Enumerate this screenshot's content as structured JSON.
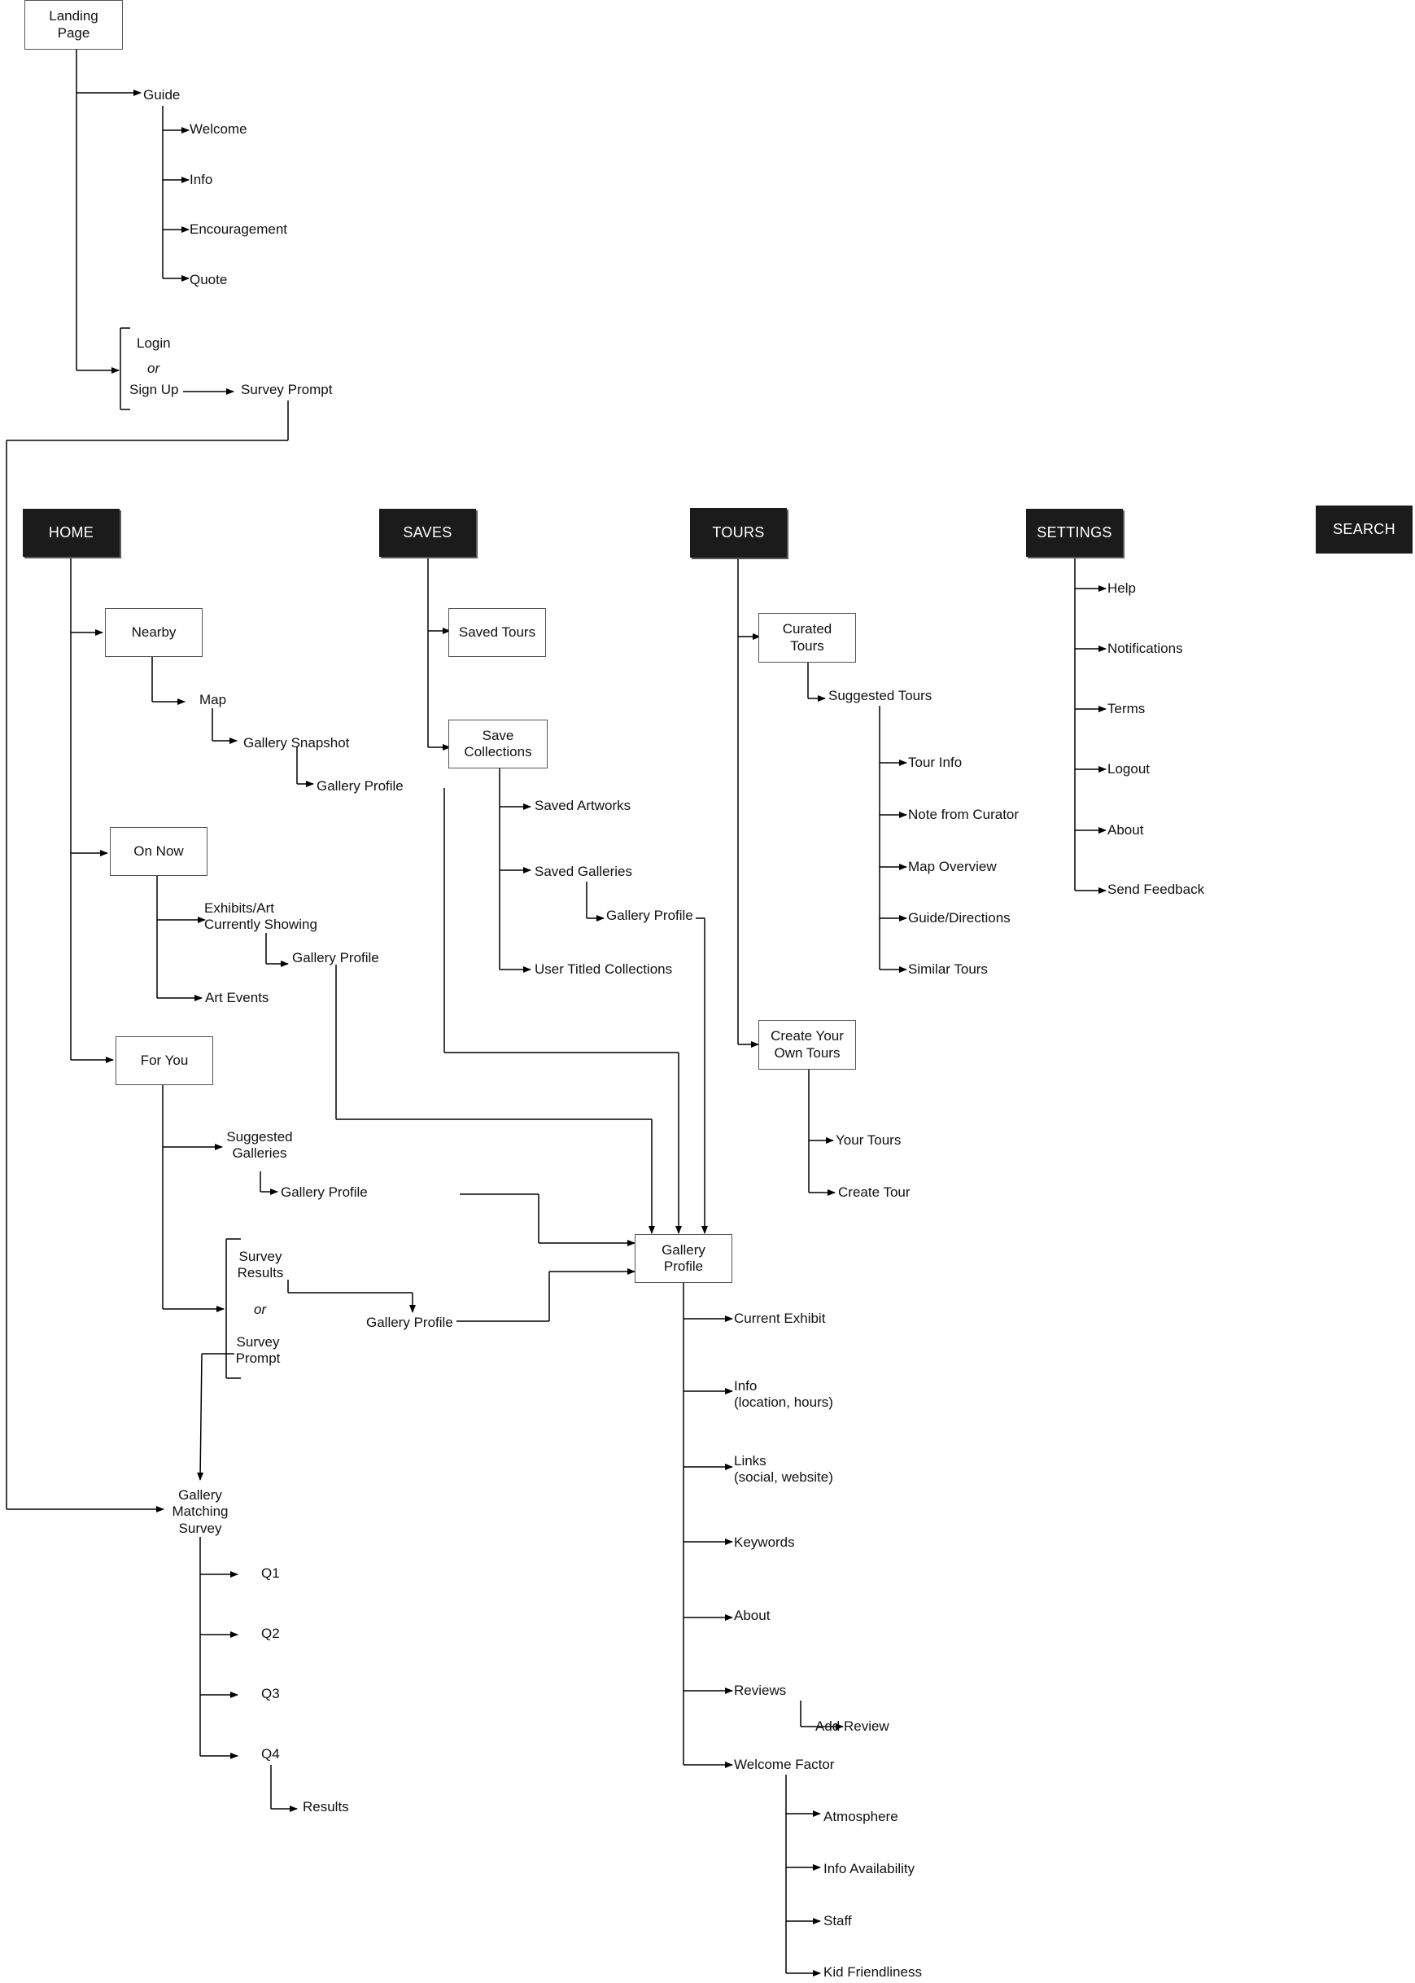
{
  "onboarding": {
    "landing_page": "Landing\nPage",
    "guide": "Guide",
    "welcome": "Welcome",
    "info": "Info",
    "encouragement": "Encouragement",
    "quote": "Quote",
    "login": "Login",
    "or": "or",
    "sign_up": "Sign Up",
    "survey_prompt": "Survey Prompt"
  },
  "nav": {
    "home": "HOME",
    "saves": "SAVES",
    "tours": "TOURS",
    "settings": "SETTINGS",
    "search": "SEARCH"
  },
  "home": {
    "nearby": "Nearby",
    "map": "Map",
    "gallery_snapshot": "Gallery Snapshot",
    "gallery_profile_1": "Gallery Profile",
    "on_now": "On Now",
    "exhibits": "Exhibits/Art\nCurrently Showing",
    "gallery_profile_2": "Gallery Profile",
    "art_events": "Art Events",
    "for_you": "For You",
    "suggested_galleries": "Suggested\nGalleries",
    "gallery_profile_3": "Gallery Profile",
    "survey_results": "Survey\nResults",
    "or": "or",
    "survey_prompt": "Survey\nPrompt",
    "gallery_profile_4": "Gallery Profile"
  },
  "survey": {
    "title": "Gallery\nMatching\nSurvey",
    "q1": "Q1",
    "q2": "Q2",
    "q3": "Q3",
    "q4": "Q4",
    "results": "Results"
  },
  "saves": {
    "saved_tours": "Saved Tours",
    "save_collections": "Save\nCollections",
    "saved_artworks": "Saved Artworks",
    "saved_galleries": "Saved Galleries",
    "gallery_profile": "Gallery Profile",
    "user_titled": "User Titled Collections"
  },
  "tours": {
    "curated": "Curated\nTours",
    "suggested": "Suggested Tours",
    "tour_info": "Tour Info",
    "note": "Note from Curator",
    "map_overview": "Map Overview",
    "guide_directions": "Guide/Directions",
    "similar": "Similar Tours",
    "create_own": "Create Your\nOwn Tours",
    "your_tours": "Your Tours",
    "create_tour": "Create Tour"
  },
  "settings": {
    "help": "Help",
    "notifications": "Notifications",
    "terms": "Terms",
    "logout": "Logout",
    "about": "About",
    "feedback": "Send Feedback"
  },
  "profile": {
    "title": "Gallery\nProfile",
    "current_exhibit": "Current Exhibit",
    "info": "Info\n(location, hours)",
    "links": "Links\n(social, website)",
    "keywords": "Keywords",
    "about": "About",
    "reviews": "Reviews",
    "add_review": "Add Review",
    "welcome_factor": "Welcome Factor",
    "atmosphere": "Atmosphere",
    "info_availability": "Info Availability",
    "staff": "Staff",
    "kid_friendliness": "Kid Friendliness"
  }
}
